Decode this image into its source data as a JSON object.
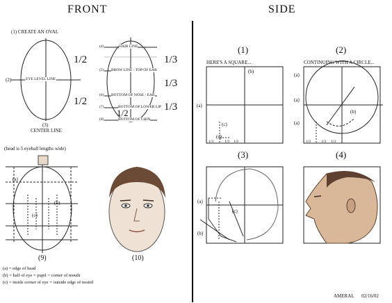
{
  "headers": {
    "front": "FRONT",
    "side": "SIDE"
  },
  "front": {
    "step1_label": "(1)  CREATE AN OVAL",
    "eye_level_label": "EYE LEVEL LINE",
    "left_mark": "(2)",
    "bottom_mark": "(3)",
    "center_line": "CENTER LINE",
    "half_top": "1/2",
    "half_bottom": "1/2",
    "third_1": "1/3",
    "third_2": "1/3",
    "third_3": "1/3",
    "half_small": "1/2",
    "lines": [
      {
        "num": "(4)",
        "text": "HAIR LINE"
      },
      {
        "num": "(5)",
        "text": "BROW LINE - TOP OF EAR"
      },
      {
        "num": "(6)",
        "text": "BOTTOM OF NOSE / EAR"
      },
      {
        "num": "(7)",
        "text": "BOTTOM OF LOWER LIP"
      },
      {
        "num": "(8)",
        "text": "BOTTOM OF CHIN"
      }
    ],
    "eyeball_note": "(head is 5 eyeball lengths wide)",
    "label_a": "(a)",
    "label_b": "(b)",
    "label_c": "(c)",
    "fig9": "(9)",
    "fig10": "(10)",
    "notes": [
      "(a) = edge of head",
      "(b) = half of eye = pupil = corner of mouth",
      "(c) = inside corner of eye = outside edge of nostril"
    ]
  },
  "side": {
    "fig1": "(1)",
    "fig1_caption": "HERE'S A SQUARE...",
    "fig2": "(2)",
    "fig2_caption": "CONTINUING WITH A CIRCLE...",
    "fig3": "(3)",
    "fig4": "(4)",
    "a": "(a)",
    "b": "(b)",
    "c": "(c)",
    "d": "(d)",
    "third": "1/3"
  },
  "footer": {
    "artist": "AMERAL",
    "date": "02/16/02"
  }
}
